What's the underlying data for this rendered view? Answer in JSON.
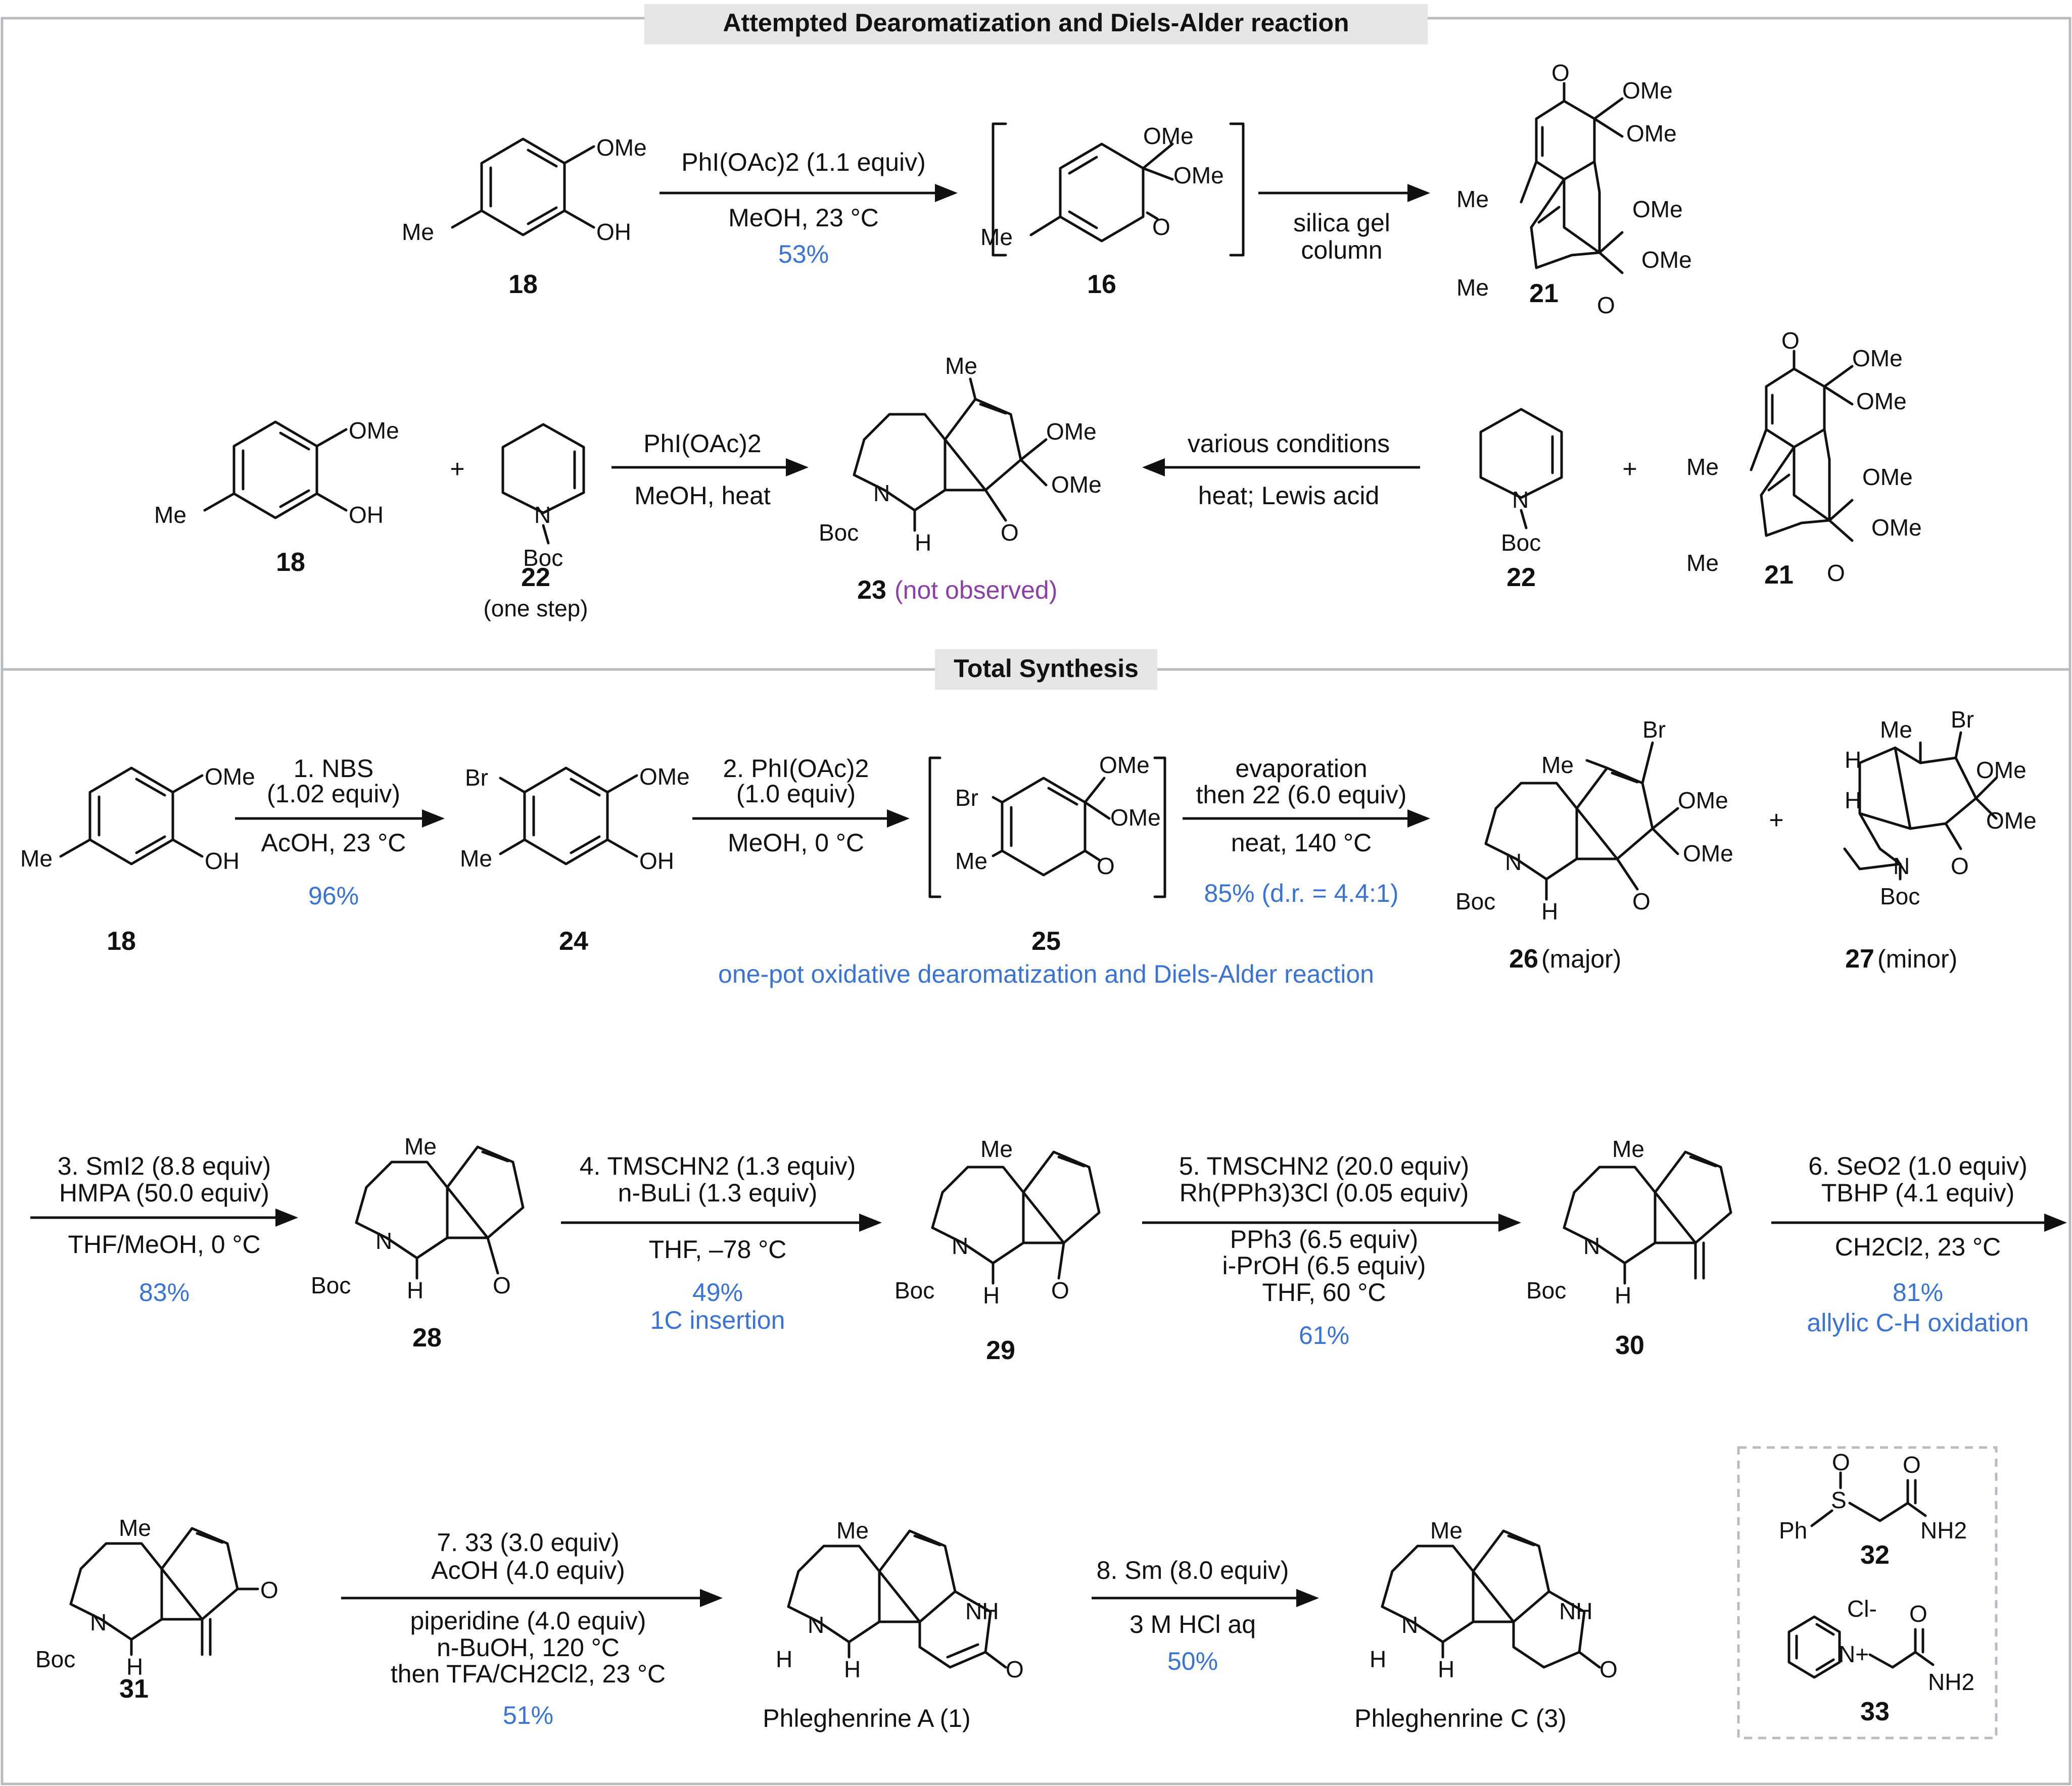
{
  "sections": {
    "attempted_title": "Attempted Dearomatization and Diels-Alder reaction",
    "total_title": "Total Synthesis"
  },
  "labels": {
    "c18": "18",
    "c16": "16",
    "c21": "21",
    "c22": "22",
    "c23": "23",
    "c24": "24",
    "c25": "25",
    "c26": "26",
    "c27": "27",
    "c28": "28",
    "c29": "29",
    "c30": "30",
    "c31": "31",
    "c32": "32",
    "c33": "33",
    "one_step": "(one step)",
    "not_observed": "(not observed)",
    "major": "(major)",
    "minor": "(minor)",
    "phleg_a": "Phleghenrine A (1)",
    "phleg_c": "Phleghenrine C (3)"
  },
  "atoms": {
    "OMe": "OMe",
    "OH": "OH",
    "Me": "Me",
    "O": "O",
    "N": "N",
    "Boc": "Boc",
    "Br": "Br",
    "H": "H",
    "NH": "NH",
    "NH2": "NH2",
    "Ph": "Ph",
    "S": "S",
    "Cl": "Cl-",
    "Nplus": "N+"
  },
  "conditions": {
    "r1_top": "PhI(OAc)2 (1.1 equiv)",
    "r1_mid": "MeOH, 23 °C",
    "r1_yield": "53%",
    "r2_top": "silica gel",
    "r2_bot": "column",
    "r3_top": "PhI(OAc)2",
    "r3_bot": "MeOH, heat",
    "r4_top": "various conditions",
    "r4_bot": "heat; Lewis acid",
    "s1_a": "1. NBS",
    "s1_b": "(1.02 equiv)",
    "s1_c": "AcOH, 23 °C",
    "s1_yield": "96%",
    "s2_a": "2. PhI(OAc)2",
    "s2_b": "(1.0 equiv)",
    "s2_c": "MeOH, 0 °C",
    "s2b_a": "evaporation",
    "s2b_b": "then 22 (6.0 equiv)",
    "s2b_c": "neat, 140 °C",
    "s2b_yield": "85% (d.r. = 4.4:1)",
    "onepot": "one-pot oxidative dearomatization and Diels-Alder reaction",
    "s3_a": "3. SmI2 (8.8 equiv)",
    "s3_b": "HMPA (50.0 equiv)",
    "s3_c": "THF/MeOH, 0 °C",
    "s3_yield": "83%",
    "s4_a": "4. TMSCHN2 (1.3 equiv)",
    "s4_b": "n-BuLi (1.3 equiv)",
    "s4_c": "THF, –78 °C",
    "s4_yield": "49%",
    "s4_note": "1C insertion",
    "s5_a": "5. TMSCHN2 (20.0 equiv)",
    "s5_b": "Rh(PPh3)3Cl (0.05 equiv)",
    "s5_c": "PPh3 (6.5 equiv)",
    "s5_d": "i-PrOH (6.5 equiv)",
    "s5_e": "THF, 60 °C",
    "s5_yield": "61%",
    "s6_a": "6. SeO2 (1.0 equiv)",
    "s6_b": "TBHP (4.1 equiv)",
    "s6_c": "CH2Cl2, 23 °C",
    "s6_yield": "81%",
    "s6_note": "allylic C-H oxidation",
    "s7_a": "7. 33 (3.0 equiv)",
    "s7_b": "AcOH (4.0 equiv)",
    "s7_c": "piperidine (4.0 equiv)",
    "s7_d": "n-BuOH, 120 °C",
    "s7_e": "then TFA/CH2Cl2, 23 °C",
    "s7_yield": "51%",
    "s8_a": "8. Sm (8.0 equiv)",
    "s8_b": "3 M HCl aq",
    "s8_yield": "50%"
  },
  "colors": {
    "yield": "#3a73d6",
    "note": "#8b3fa8",
    "frame": "#b8bcc0"
  }
}
